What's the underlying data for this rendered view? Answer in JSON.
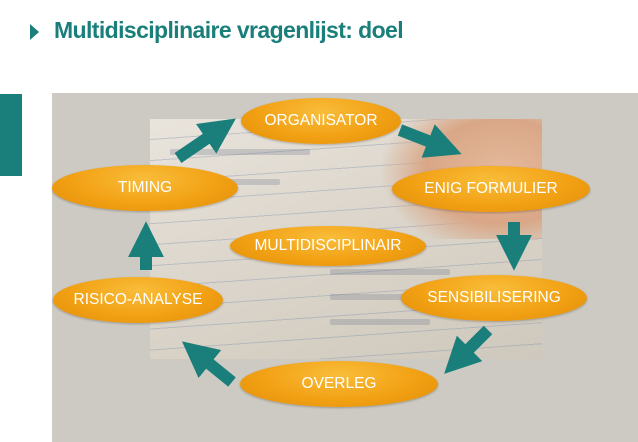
{
  "title": "Multidisciplinaire vragenlijst: doel",
  "diagram": {
    "center": "MULTIDISCIPLINAIR",
    "cycle": [
      "ORGANISATOR",
      "ENIG FORMULIER",
      "SENSIBILISERING",
      "OVERLEG",
      "RISICO-ANALYSE",
      "TIMING"
    ]
  },
  "colors": {
    "accent": "#1a7f7a",
    "node": "#f2a114",
    "arrow": "#1a7f7a"
  },
  "icons": {
    "title_marker": "triangle-right-icon"
  }
}
